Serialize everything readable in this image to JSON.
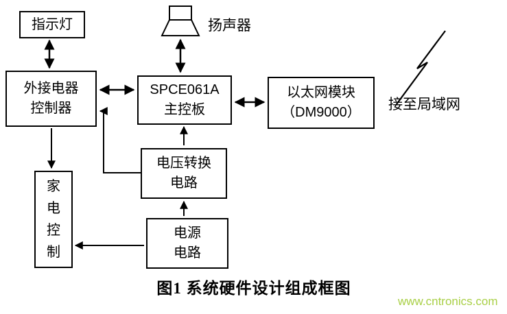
{
  "diagram": {
    "caption": "图1 系统硬件设计组成框图",
    "watermark": "www.cntronics.com",
    "colors": {
      "line": "#000000",
      "box_border": "#000000",
      "background": "#ffffff",
      "watermark": "#a8cf45"
    },
    "nodes": {
      "indicator": {
        "label": "指示灯"
      },
      "speaker": {
        "label": "扬声器",
        "icon": "speaker-icon"
      },
      "controller": {
        "line1": "外接电器",
        "line2": "控制器"
      },
      "mainboard": {
        "line1": "SPCE061A",
        "line2": "主控板"
      },
      "ethernet": {
        "line1": "以太网模块",
        "line2": "（DM9000）"
      },
      "voltage": {
        "line1": "电压转换",
        "line2": "电路"
      },
      "appliance": {
        "label": "家电控制"
      },
      "power": {
        "line1": "电源",
        "line2": "电路"
      },
      "lan": {
        "label": "接至局域网",
        "icon": "lightning-icon"
      }
    }
  }
}
